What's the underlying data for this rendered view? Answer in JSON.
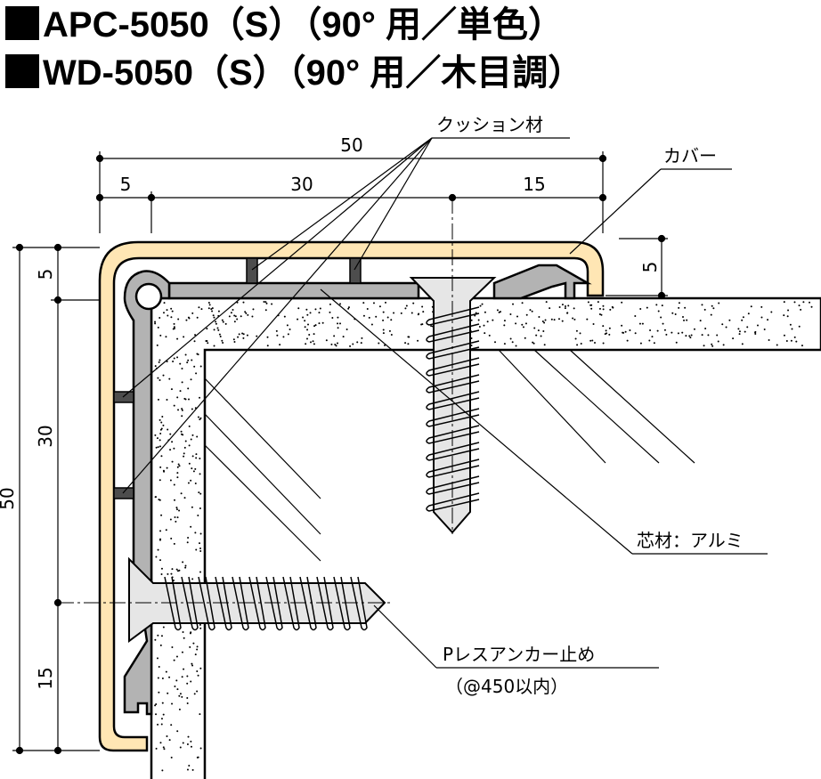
{
  "titles": [
    "APC-5050（S）（90° 用／単色）",
    "WD-5050（S）（90° 用／木目調）"
  ],
  "dimensions": {
    "top_total": "50",
    "top_parts": [
      "5",
      "30",
      "15"
    ],
    "left_total": "50",
    "left_parts": [
      "5",
      "30",
      "15"
    ],
    "right_offset": "5"
  },
  "labels": {
    "cushion": "クッション材",
    "cover": "カバー",
    "core": "芯材：アルミ",
    "anchor": "Pレスアンカー止め",
    "anchor_note": "（@450以内）"
  },
  "colors": {
    "cover": "#FFE6B4",
    "core": "#B3B3B3",
    "cushion": "#4D4D4D",
    "screw": "#E6E6E6"
  }
}
